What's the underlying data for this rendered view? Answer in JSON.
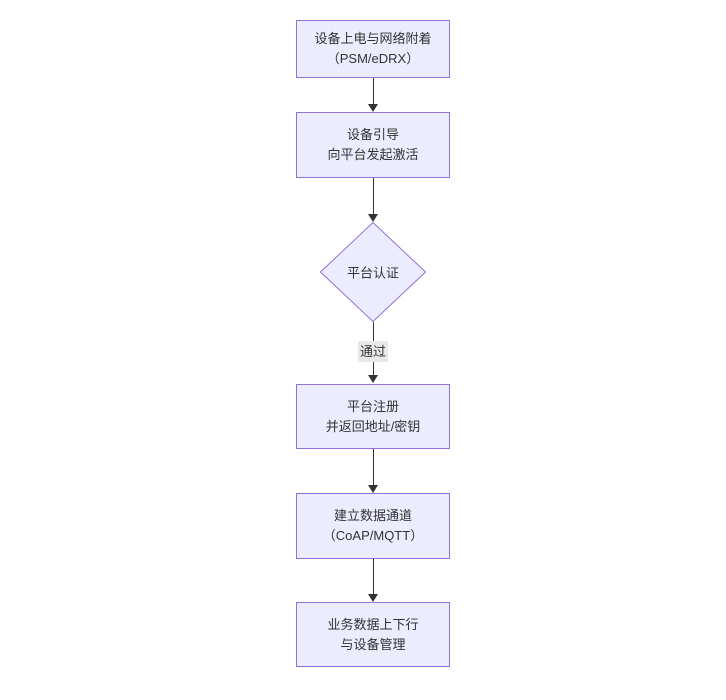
{
  "diagram": {
    "type": "flowchart",
    "direction": "top-down",
    "colors": {
      "node_fill": "#ECECFF",
      "node_border": "#9370DB",
      "arrow": "#333333",
      "text": "#333333",
      "edge_label_bg": "#e8e8e8",
      "background": "#ffffff"
    },
    "nodes": [
      {
        "id": "n1",
        "shape": "rect",
        "lines": [
          "设备上电与网络附着",
          "（PSM/eDRX）"
        ]
      },
      {
        "id": "n2",
        "shape": "rect",
        "lines": [
          "设备引导",
          "向平台发起激活"
        ]
      },
      {
        "id": "d1",
        "shape": "diamond",
        "label": "平台认证"
      },
      {
        "id": "n3",
        "shape": "rect",
        "lines": [
          "平台注册",
          "并返回地址/密钥"
        ]
      },
      {
        "id": "n4",
        "shape": "rect",
        "lines": [
          "建立数据通道",
          "（CoAP/MQTT）"
        ]
      },
      {
        "id": "n5",
        "shape": "rect",
        "lines": [
          "业务数据上下行",
          "与设备管理"
        ]
      }
    ],
    "edges": [
      {
        "from": "n1",
        "to": "n2",
        "label": ""
      },
      {
        "from": "n2",
        "to": "d1",
        "label": ""
      },
      {
        "from": "d1",
        "to": "n3",
        "label": "通过"
      },
      {
        "from": "n3",
        "to": "n4",
        "label": ""
      },
      {
        "from": "n4",
        "to": "n5",
        "label": ""
      }
    ]
  }
}
